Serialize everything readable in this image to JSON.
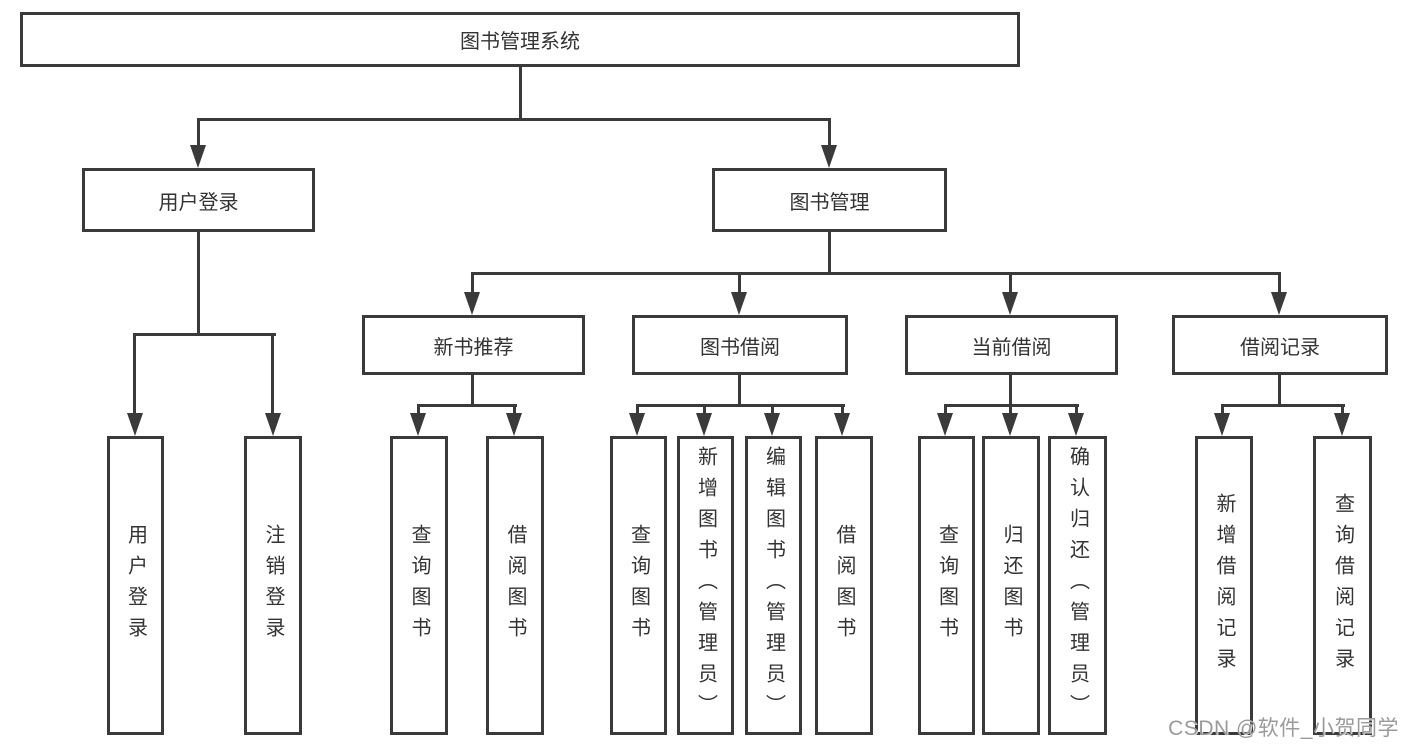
{
  "diagram": {
    "root": {
      "label": "图书管理系统"
    },
    "level2": [
      {
        "label": "用户登录"
      },
      {
        "label": "图书管理"
      }
    ],
    "level3": [
      {
        "label": "新书推荐"
      },
      {
        "label": "图书借阅"
      },
      {
        "label": "当前借阅"
      },
      {
        "label": "借阅记录"
      }
    ],
    "leaves": {
      "user_login": [
        "用户登录",
        "注销登录"
      ],
      "new_books": [
        "查询图书",
        "借阅图书"
      ],
      "book_borrow": [
        "查询图书",
        "新增图书（管理员）",
        "编辑图书（管理员）",
        "借阅图书"
      ],
      "current_borrow": [
        "查询图书",
        "归还图书",
        "确认归还（管理员）"
      ],
      "borrow_records": [
        "新增借阅记录",
        "查询借阅记录"
      ]
    }
  },
  "watermark": "CSDN @软件_小贺同学",
  "colors": {
    "line": "#3a3a3a",
    "text": "#333333",
    "watermark": "#9a9a9a",
    "background": "#ffffff"
  }
}
